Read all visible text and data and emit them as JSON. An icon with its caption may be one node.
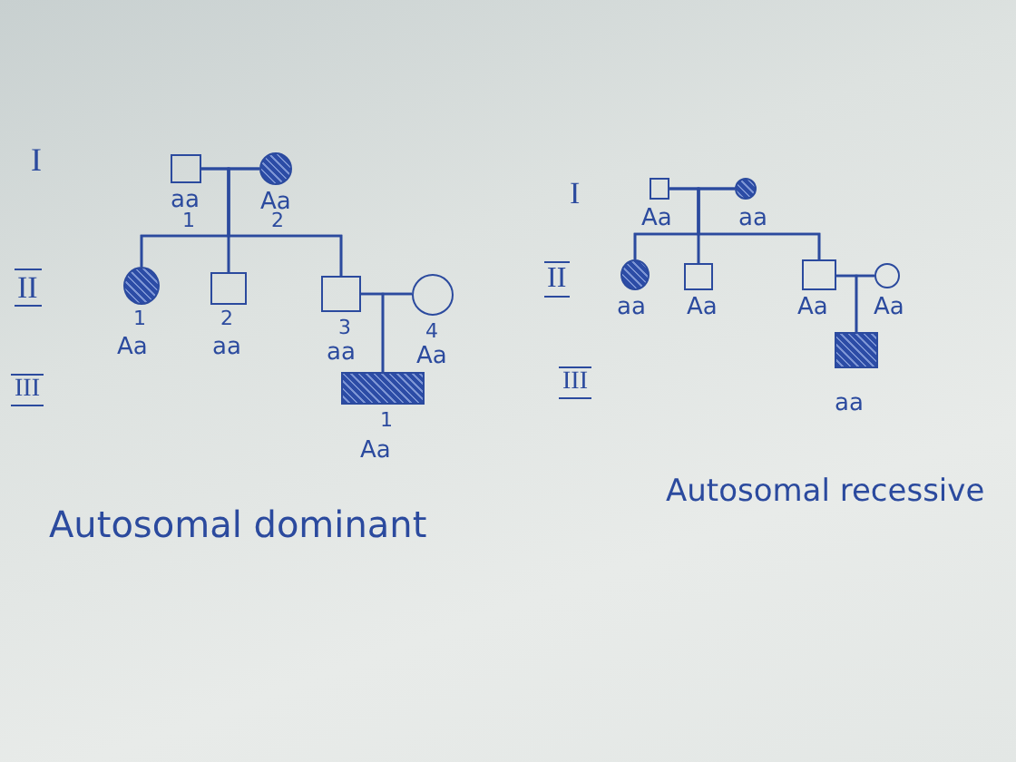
{
  "diagram": {
    "nodes": [
      {
        "text": [],
        "shape": "box",
        "beside": [
          "aa",
          "1"
        ]
      },
      {
        "text": [],
        "shape": "circle",
        "beside": [
          "Aa",
          "2"
        ]
      },
      {
        "text": [],
        "shape": "circle",
        "beside": [
          "1",
          "Aa"
        ]
      },
      {
        "text": [],
        "shape": "box",
        "beside": [
          "2",
          "aa"
        ]
      },
      {
        "text": [],
        "shape": "box",
        "beside": [
          "3",
          "aa"
        ]
      },
      {
        "text": [],
        "shape": "circle",
        "beside": [
          "4",
          "Aa"
        ]
      },
      {
        "text": [],
        "shape": "box",
        "beside": [
          "1",
          "Aa"
        ]
      },
      {
        "text": [],
        "shape": "box",
        "beside": [
          "Aa"
        ]
      },
      {
        "text": [],
        "shape": "circle",
        "beside": [
          "aa"
        ]
      },
      {
        "text": [],
        "shape": "circle",
        "beside": [
          "aa"
        ]
      },
      {
        "text": [],
        "shape": "box",
        "beside": [
          "Aa"
        ]
      },
      {
        "text": [],
        "shape": "box",
        "beside": [
          "Aa"
        ]
      },
      {
        "text": [],
        "shape": "circle",
        "beside": [
          "Aa"
        ]
      },
      {
        "text": [],
        "shape": "box",
        "beside": [
          "aa"
        ]
      }
    ],
    "edges": [
      {
        "from": 0,
        "to": 1,
        "arrow": "none"
      },
      {
        "from": 0,
        "to": 2,
        "arrow": "none"
      },
      {
        "from": 0,
        "to": 3,
        "arrow": "none"
      },
      {
        "from": 0,
        "to": 4,
        "arrow": "none"
      },
      {
        "from": 1,
        "to": 2,
        "arrow": "none"
      },
      {
        "from": 1,
        "to": 3,
        "arrow": "none"
      },
      {
        "from": 1,
        "to": 4,
        "arrow": "none"
      },
      {
        "from": 4,
        "to": 5,
        "arrow": "none"
      },
      {
        "from": 4,
        "to": 6,
        "arrow": "none"
      },
      {
        "from": 5,
        "to": 6,
        "arrow": "none"
      },
      {
        "from": 7,
        "to": 8,
        "arrow": "none"
      },
      {
        "from": 7,
        "to": 9,
        "arrow": "none"
      },
      {
        "from": 7,
        "to": 10,
        "arrow": "none"
      },
      {
        "from": 7,
        "to": 11,
        "arrow": "none"
      },
      {
        "from": 8,
        "to": 9,
        "arrow": "none"
      },
      {
        "from": 8,
        "to": 10,
        "arrow": "none"
      },
      {
        "from": 8,
        "to": 11,
        "arrow": "none"
      },
      {
        "from": 11,
        "to": 12,
        "arrow": "none"
      },
      {
        "from": 11,
        "to": 13,
        "arrow": "none"
      },
      {
        "from": 12,
        "to": 13,
        "arrow": "none"
      }
    ],
    "labels": [
      "I",
      "II",
      "III",
      "Autosomal dominant",
      "I",
      "II",
      "III",
      "Autosomal recessive"
    ]
  }
}
